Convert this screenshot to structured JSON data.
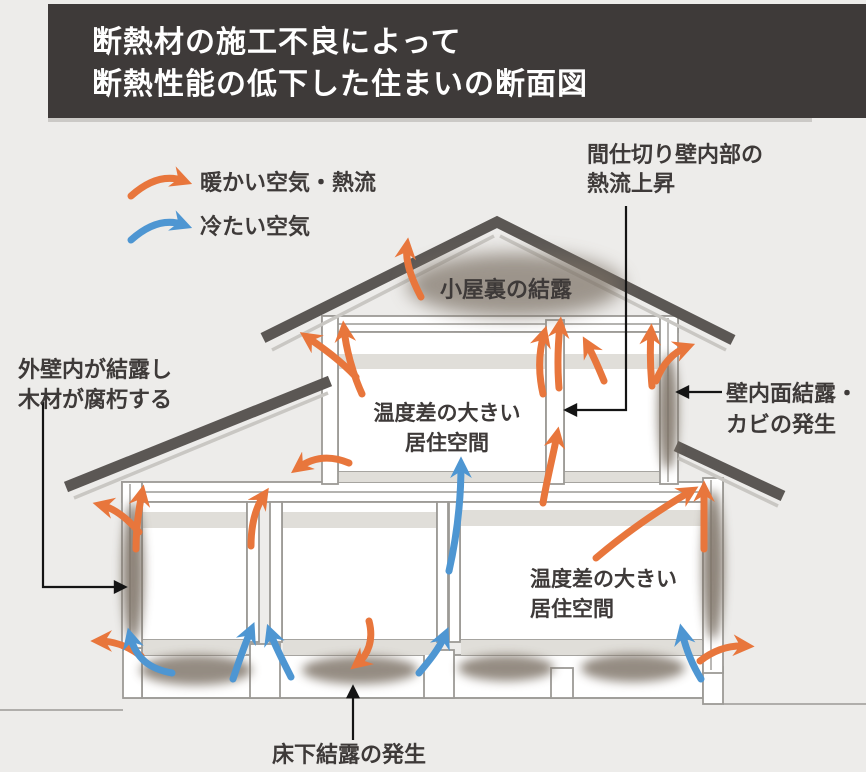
{
  "header": {
    "title_line1": "断熱材の施工不良によって",
    "title_line2": "断熱性能の低下した住まいの断面図"
  },
  "legend": {
    "warm_label": "暖かい空気・熱流",
    "cold_label": "冷たい空気"
  },
  "annotations": {
    "partition_line1": "間仕切り壁内部の",
    "partition_line2": "熱流上昇",
    "attic": "小屋裏の結露",
    "outer_wall_line1": "外壁内が結露し",
    "outer_wall_line2": "木材が腐朽する",
    "inner_wall_line1": "壁内面結露・",
    "inner_wall_line2": "カビの発生",
    "living_2f_line1": "温度差の大きい",
    "living_2f_line2": "居住空間",
    "living_1f_line1": "温度差の大きい",
    "living_1f_line2": "居住空間",
    "underfloor": "床下結露の発生"
  },
  "colors": {
    "background": "#edecea",
    "header_bg": "#3e3a39",
    "header_text": "#ffffff",
    "warm_air": "#e8763c",
    "cold_air": "#4e96d2",
    "roof": "#5b5754",
    "wall_line": "#9c9a96",
    "text": "#3e3a39",
    "condensation": "#7a7064",
    "leader": "#141414"
  }
}
